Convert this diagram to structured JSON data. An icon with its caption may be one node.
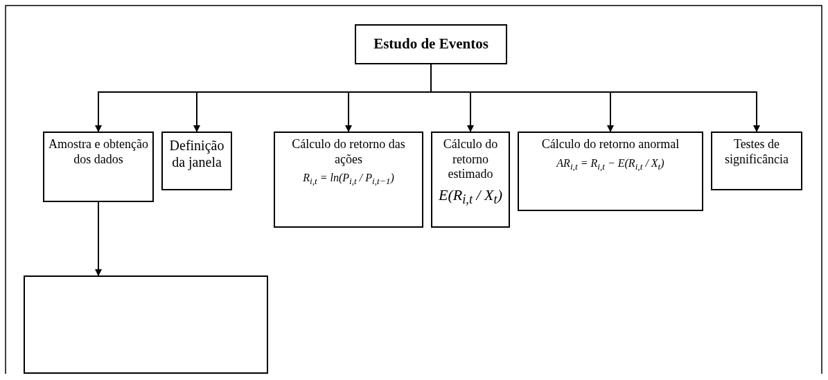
{
  "diagram": {
    "nodes": [
      {
        "text": [
          "Estudo de Eventos"
        ]
      },
      {
        "text": [
          "Amostra e obtenção dos dados"
        ]
      },
      {
        "text": [
          "Definição da janela"
        ]
      },
      {
        "text": [
          "Cálculo do retorno das ações",
          "R$_{i,t}$ = ln(P$_{i,t}$ / P$_{i,t−1}$)"
        ]
      },
      {
        "text": [
          "Cálculo do retorno estimado",
          "E(R$_{i,t}$ / X$_{t}$)"
        ]
      },
      {
        "text": [
          "Cálculo do retorno anormal",
          "AR$_{i,t}$ = R$_{i,t}$ − E(R$_{i,t}$ / X$_{t}$)"
        ]
      },
      {
        "text": [
          "Testes de significância"
        ]
      },
      {
        "text": [],
        "shape": "box"
      }
    ],
    "edges": [
      {
        "from": 0,
        "to": 1,
        "arrow": "to"
      },
      {
        "from": 0,
        "to": 2,
        "arrow": "to"
      },
      {
        "from": 0,
        "to": 3,
        "arrow": "to"
      },
      {
        "from": 0,
        "to": 4,
        "arrow": "to"
      },
      {
        "from": 0,
        "to": 5,
        "arrow": "to"
      },
      {
        "from": 0,
        "to": 6,
        "arrow": "to"
      },
      {
        "from": 1,
        "to": 7,
        "arrow": "to"
      }
    ]
  }
}
